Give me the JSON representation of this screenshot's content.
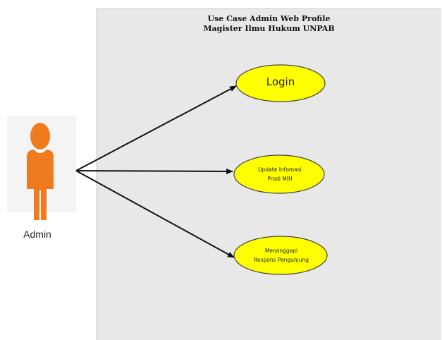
{
  "system": {
    "title_line1": "Use Case Admin Web Profile",
    "title_line2": "Magister Ilmu Hukum UNPAB"
  },
  "actor": {
    "name": "Admin",
    "icon": "person-icon",
    "color": "#f07a1e"
  },
  "use_cases": [
    {
      "line1": "Login",
      "line2": ""
    },
    {
      "line1": "Update Infomasi",
      "line2": "Prodi MIH"
    },
    {
      "line1": "Menanggapi",
      "line2": "Respons Pengunjung"
    }
  ],
  "colors": {
    "use_case_fill": "#ffff00",
    "use_case_stroke": "#444444",
    "boundary": "#e8e8e8"
  }
}
